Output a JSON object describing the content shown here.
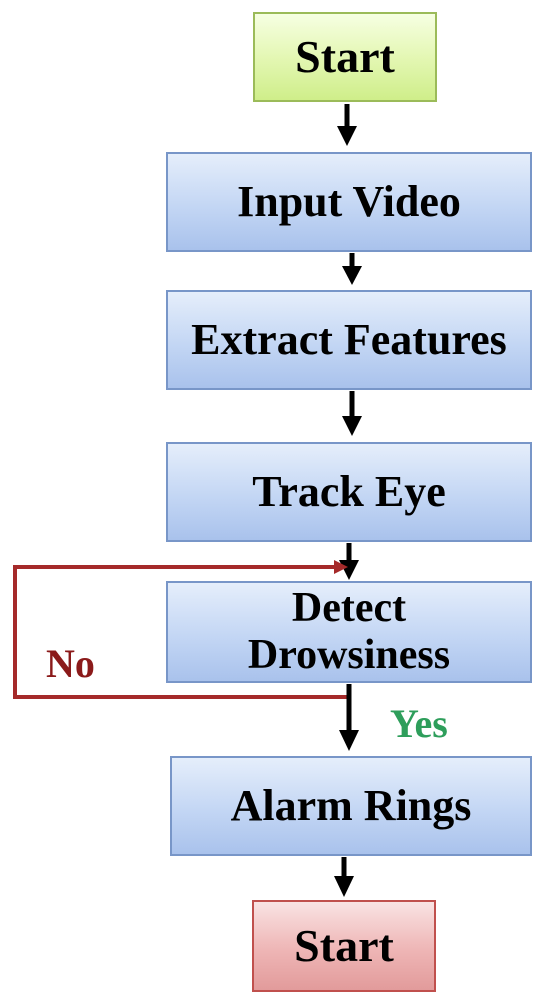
{
  "nodes": {
    "start": "Start",
    "input_video": "Input Video",
    "extract_features": "Extract Features",
    "track_eye": "Track Eye",
    "detect_drowsiness": "Detect Drowsiness",
    "alarm_rings": "Alarm Rings",
    "end": "Start"
  },
  "edges": {
    "no_label": "No",
    "yes_label": "Yes"
  },
  "colors": {
    "start_fill": "#e4f7b4",
    "process_fill": "#c3d6f4",
    "end_fill": "#eeb5b5",
    "loop_arrow": "#a52a2a",
    "no_text": "#8b1a1a",
    "yes_text": "#2e9e5b"
  }
}
